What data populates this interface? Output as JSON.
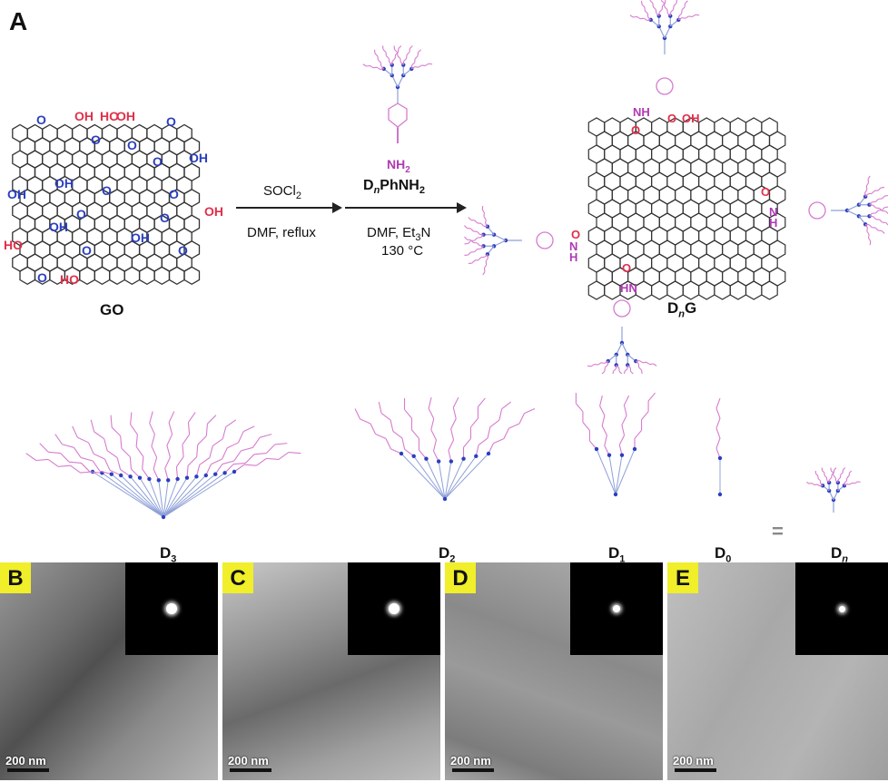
{
  "figure": {
    "panel_a_letter": "A",
    "reaction": {
      "reactant_label": "GO",
      "step1_reagent": "SOCl",
      "step1_reagent_sub": "2",
      "step1_conditions": "DMF, reflux",
      "amine_label": "D",
      "amine_label_n": "n",
      "amine_label_rest": "PhNH",
      "amine_label_sub": "2",
      "step2_conditions_line1": "DMF, Et",
      "step2_conditions_line1_sub": "3",
      "step2_conditions_line1_tail": "N",
      "step2_conditions_line2": "130 °C",
      "product_label": "D",
      "product_label_n": "n",
      "product_label_tail": "G",
      "nh2_label": "NH",
      "nh2_sub": "2",
      "oh_label": "OH",
      "cooh_label": "OH",
      "ketone_label": "O",
      "amide_nh": "NH",
      "amide_hn": "HN",
      "amide_o": "O",
      "amide_n": "N",
      "amide_h": "H",
      "epoxide_label": "O",
      "hooc_label": "HO",
      "hooc_o": "O"
    },
    "dendrons": {
      "d3": "D",
      "d3_sub": "3",
      "d2": "D",
      "d2_sub": "2",
      "d1": "D",
      "d1_sub": "1",
      "d0": "D",
      "d0_sub": "0",
      "dn": "D",
      "dn_sub": "n",
      "equals": "="
    },
    "tem_panels": [
      {
        "letter": "B",
        "scale": "200 nm"
      },
      {
        "letter": "C",
        "scale": "200 nm"
      },
      {
        "letter": "D",
        "scale": "200 nm"
      },
      {
        "letter": "E",
        "scale": "200 nm"
      }
    ],
    "colors": {
      "red_group": "#e0304a",
      "blue_group": "#2b3fbf",
      "pink_chain": "#d77bcf",
      "lavender_chain": "#8fa0d8",
      "magenta_amine": "#b03ab5"
    }
  }
}
